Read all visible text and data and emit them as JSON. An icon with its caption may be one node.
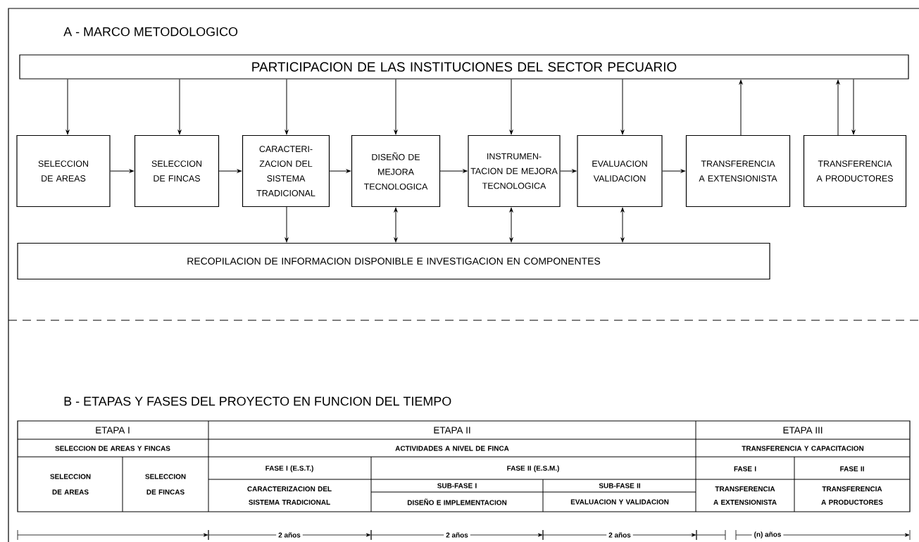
{
  "diagram": {
    "nodes": [
      {
        "text": [
          "PARTICIPACION DE LAS INSTITUCIONES DEL SECTOR PECUARIO"
        ]
      },
      {
        "text": [
          "SELECCION DE AREAS"
        ]
      },
      {
        "text": [
          "SELECCION DE FINCAS"
        ]
      },
      {
        "text": [
          "CARACTERI- ZACION DEL SISTEMA TRADICIONAL"
        ]
      },
      {
        "text": [
          "DISEÑO DE MEJORA TECNOLOGICA"
        ]
      },
      {
        "text": [
          "INSTRUMEN- TACION DE MEJORA TECNOLOGICA"
        ]
      },
      {
        "text": [
          "EVALUACION VALIDACION"
        ]
      },
      {
        "text": [
          "TRANSFERENCIA A EXTENSIONISTA"
        ]
      },
      {
        "text": [
          "TRANSFERENCIA A PRODUCTORES"
        ]
      },
      {
        "text": [
          "RECOPILACION DE INFORMACION DISPONIBLE E INVESTIGACION EN COMPONENTES"
        ]
      }
    ],
    "edges": [
      {
        "from": 0,
        "to": 1,
        "arrow": "to"
      },
      {
        "from": 0,
        "to": 2,
        "arrow": "to"
      },
      {
        "from": 0,
        "to": 3,
        "arrow": "to"
      },
      {
        "from": 0,
        "to": 4,
        "arrow": "to"
      },
      {
        "from": 0,
        "to": 5,
        "arrow": "to"
      },
      {
        "from": 0,
        "to": 6,
        "arrow": "to"
      },
      {
        "from": 7,
        "to": 0,
        "arrow": "to"
      },
      {
        "from": 8,
        "to": 0,
        "arrow": "to"
      },
      {
        "from": 0,
        "to": 8,
        "arrow": "to"
      },
      {
        "from": 1,
        "to": 2,
        "arrow": "to"
      },
      {
        "from": 2,
        "to": 3,
        "arrow": "to"
      },
      {
        "from": 3,
        "to": 4,
        "arrow": "to"
      },
      {
        "from": 4,
        "to": 5,
        "arrow": "to"
      },
      {
        "from": 5,
        "to": 6,
        "arrow": "to"
      },
      {
        "from": 6,
        "to": 7,
        "arrow": "to"
      },
      {
        "from": 3,
        "to": 9,
        "arrow": "to"
      },
      {
        "from": 4,
        "to": 9,
        "arrow": "both"
      },
      {
        "from": 5,
        "to": 9,
        "arrow": "both"
      },
      {
        "from": 6,
        "to": 9,
        "arrow": "both"
      }
    ],
    "labels": [
      "A - MARCO METODOLOGICO",
      "B - ETAPAS Y FASES DEL PROYECTO EN FUNCION DEL TIEMPO",
      "ETAPA I",
      "ETAPA II",
      "ETAPA III",
      "SELECCION DE AREAS Y FINCAS",
      "ACTIVIDADES A NIVEL DE FINCA",
      "TRANSFERENCIA Y CAPACITACION",
      "SELECCION DE AREAS",
      "SELECCION DE FINCAS",
      "FASE I (E.S.T.)",
      "FASE II (E.S.M.)",
      "FASE I",
      "FASE II",
      "CARACTERIZACION DEL SISTEMA TRADICIONAL",
      "SUB-FASE I",
      "SUB-FASE II",
      "TRANSFERENCIA A EXTENSIONISTA",
      "TRANSFERENCIA A PRODUCTORES",
      "DISEÑO E IMPLEMENTACION",
      "EVALUACION Y VALIDACION",
      "2 años",
      "2 años",
      "2 años",
      "(n) años"
    ]
  }
}
